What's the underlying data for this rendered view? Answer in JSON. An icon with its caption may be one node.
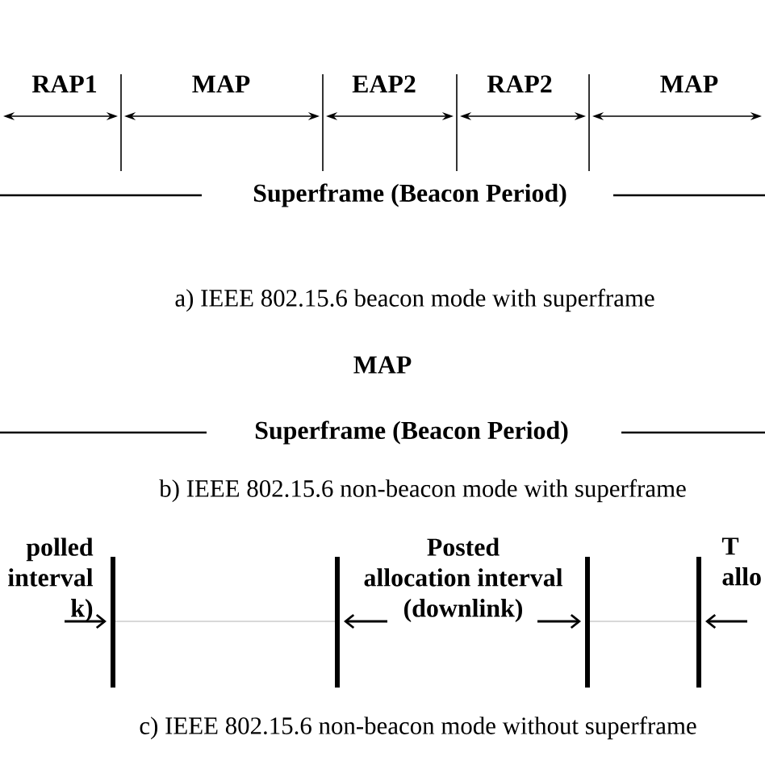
{
  "diagram": {
    "labels": [
      "RAP1",
      "MAP",
      "EAP2",
      "RAP2",
      "MAP",
      "Superframe (Beacon Period)",
      "a) IEEE 802.15.6 beacon mode with superframe",
      "MAP",
      "Superframe (Beacon Period)",
      "b) IEEE 802.15.6 non-beacon mode with superframe",
      "polled interval k)",
      "Posted allocation interval (downlink)",
      "T allo",
      "c) IEEE 802.15.6 non-beacon mode without superframe"
    ]
  }
}
